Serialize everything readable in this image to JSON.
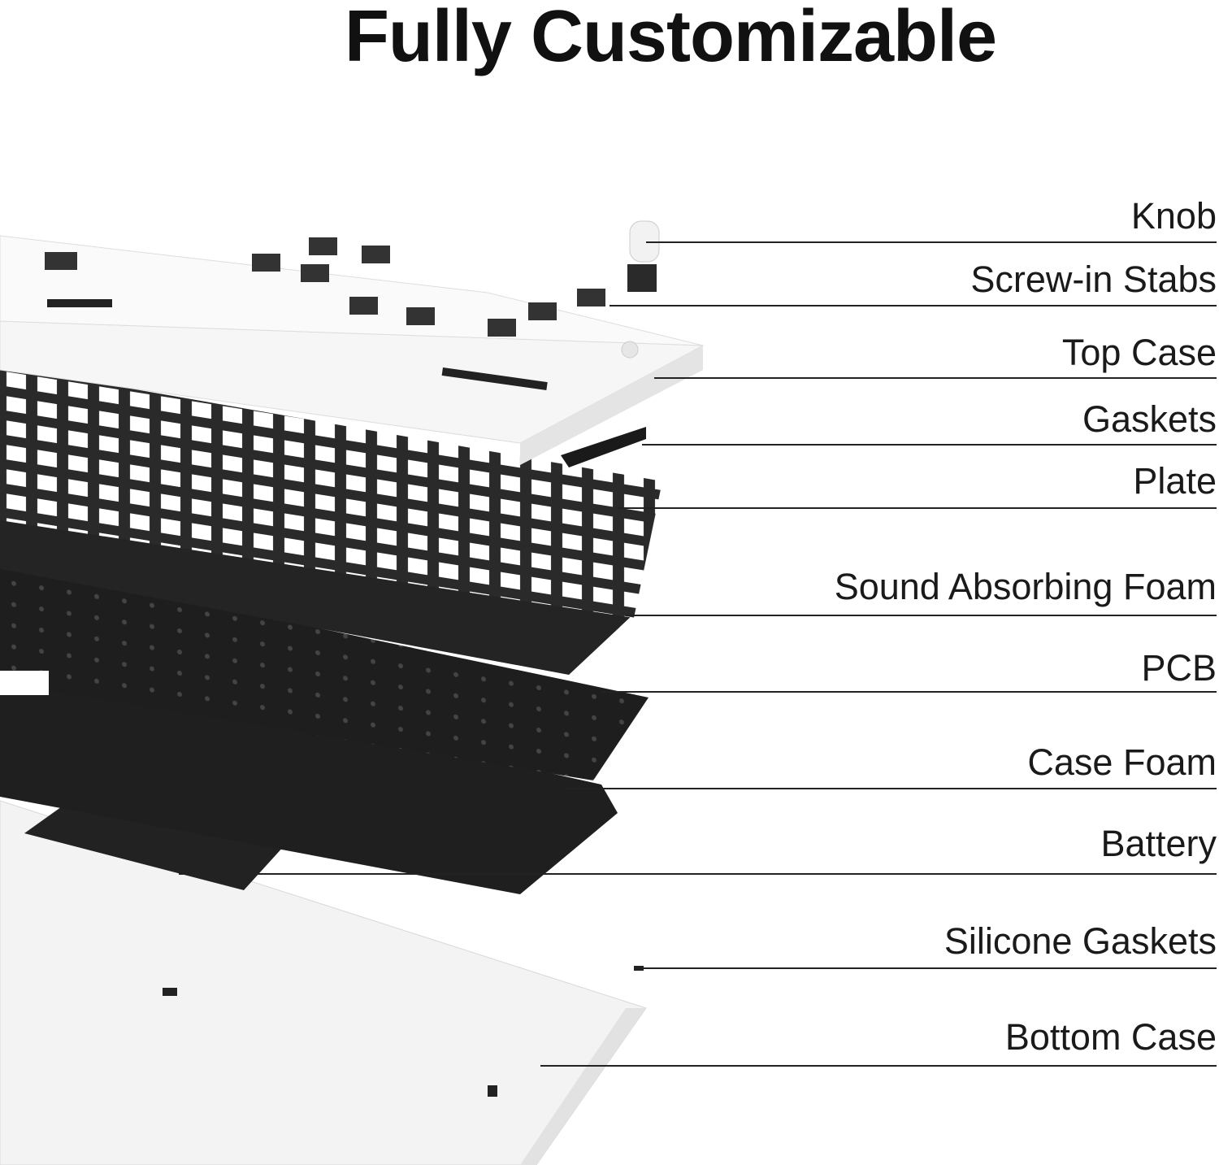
{
  "title": "Fully Customizable",
  "colors": {
    "case": "#f4f4f4",
    "plate": "#2a2a2a",
    "pcb": "#1c1c1c",
    "foam": "#262626",
    "text": "#1a1a1a"
  },
  "components": [
    {
      "id": "knob",
      "label": "Knob"
    },
    {
      "id": "screw-in-stabs",
      "label": "Screw-in Stabs"
    },
    {
      "id": "top-case",
      "label": "Top Case"
    },
    {
      "id": "gaskets",
      "label": "Gaskets"
    },
    {
      "id": "plate",
      "label": "Plate"
    },
    {
      "id": "sound-absorbing-foam",
      "label": "Sound Absorbing Foam"
    },
    {
      "id": "pcb",
      "label": "PCB"
    },
    {
      "id": "case-foam",
      "label": "Case Foam"
    },
    {
      "id": "battery",
      "label": "Battery"
    },
    {
      "id": "silicone-gaskets",
      "label": "Silicone Gaskets"
    },
    {
      "id": "bottom-case",
      "label": "Bottom Case"
    }
  ]
}
